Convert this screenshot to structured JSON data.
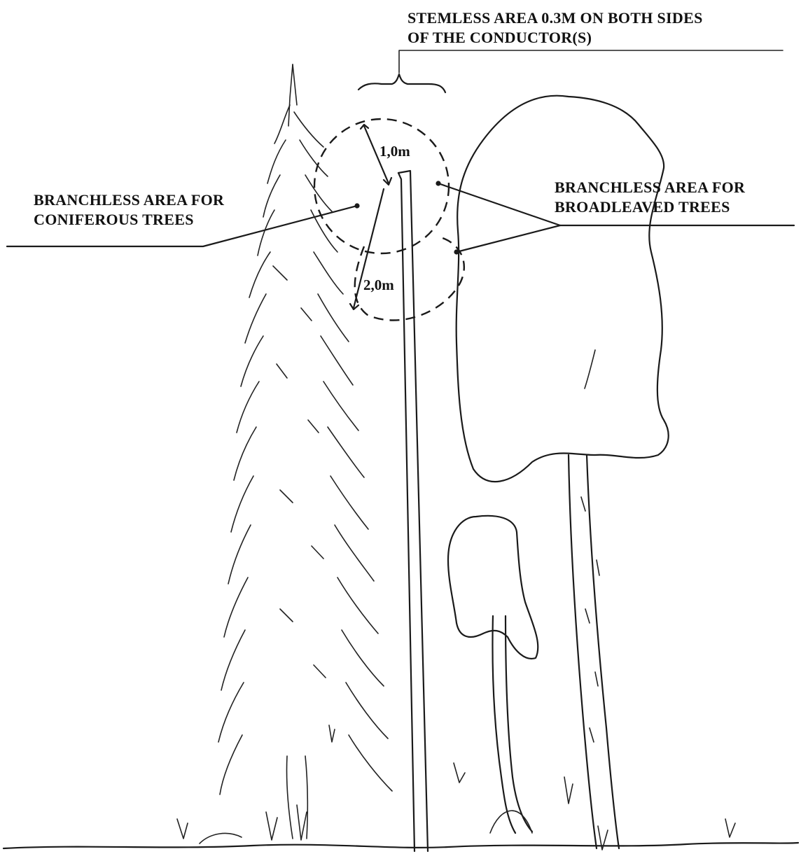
{
  "labels": {
    "stemless_line1": "STEMLESS AREA 0.3M ON BOTH SIDES",
    "stemless_line2": "OF THE CONDUCTOR(S)",
    "coniferous_line1": "BRANCHLESS AREA FOR",
    "coniferous_line2": "CONIFEROUS TREES",
    "broadleaved_line1": "BRANCHLESS AREA FOR",
    "broadleaved_line2": "BROADLEAVED TREES"
  },
  "dimensions": {
    "upper": "1,0m",
    "lower": "2,0m"
  },
  "colors": {
    "ink": "#1a1a1a",
    "background": "#ffffff"
  }
}
